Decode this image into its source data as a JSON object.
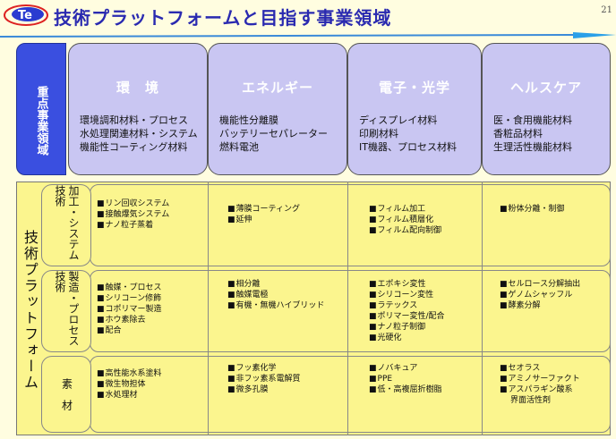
{
  "header": {
    "title": "技術プラットフォームと目指す事業領域",
    "page_number": "21",
    "logo_text": "Te"
  },
  "focus_label": "重点事業領域",
  "domains": [
    {
      "name": "環　境",
      "items": [
        "環境調和材料・プロセス",
        "水処理関連材料・システム",
        "機能性コーティング材料"
      ]
    },
    {
      "name": "エネルギー",
      "items": [
        "機能性分離膜",
        "バッテリーセパレーター",
        "燃料電池"
      ]
    },
    {
      "name": "電子・光学",
      "items": [
        "ディスプレイ材料",
        "印刷材料",
        "IT機器、プロセス材料"
      ]
    },
    {
      "name": "ヘルスケア",
      "items": [
        "医・食用機能材料",
        "香粧品材料",
        "生理活性機能材料"
      ]
    }
  ],
  "platform_label": "技術プラットフォーム",
  "categories": [
    {
      "name": "加工・システム技術",
      "cells": [
        [
          "リン回収システム",
          "接触爆気システム",
          "ナノ粒子蒸着"
        ],
        [
          "薄膜コーティング",
          "延伸"
        ],
        [
          "フィルム加工",
          "フィルム積層化",
          "フィルム配向制御"
        ],
        [
          "粉体分離・制御"
        ]
      ]
    },
    {
      "name": "製造・プロセス技術",
      "cells": [
        [
          "触媒・プロセス",
          "シリコーン修飾",
          "コポリマー製造",
          "ホウ素除去",
          "配合"
        ],
        [
          "相分離",
          "触媒電極",
          "有機・無機ハイブリッド"
        ],
        [
          "エポキシ変性",
          "シリコーン変性",
          "ラテックス",
          "ポリマー変性/配合",
          "ナノ粒子制御",
          "光硬化"
        ],
        [
          "セルロース分解抽出",
          "ゲノムシャッフル",
          "酵素分解"
        ]
      ]
    },
    {
      "name": "素　材",
      "cells": [
        [
          "高性能水系塗料",
          "微生物担体",
          "水処理材"
        ],
        [
          "フッ素化学",
          "非フッ素系電解質",
          "微多孔膜"
        ],
        [
          "ノバキュア",
          "PPE",
          "低・高複屈折樹脂"
        ],
        [
          "セオラス",
          "アミノサーファクト",
          "アスパラギン酸系",
          "界面活性剤"
        ]
      ]
    }
  ],
  "colors": {
    "title": "#2a2ab0",
    "focus_bg": "#3a4fe0",
    "domain_bg": "#c9c6f2",
    "platform_bg": "#fbf58e"
  }
}
